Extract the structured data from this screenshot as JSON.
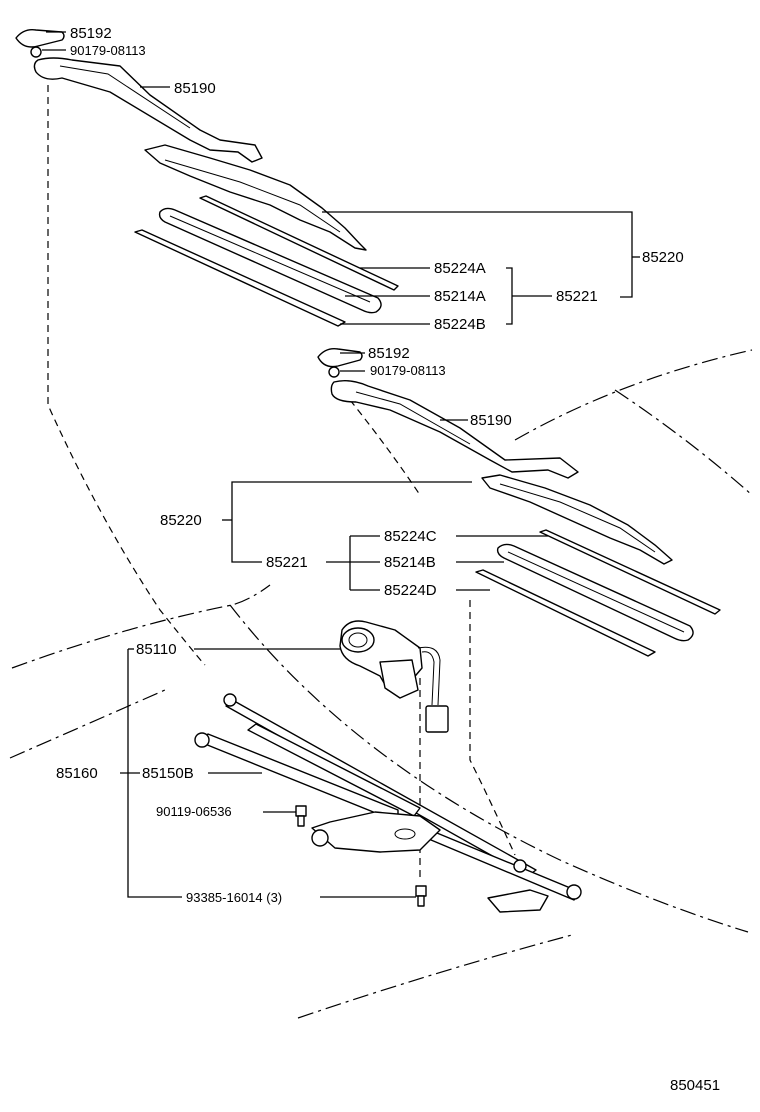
{
  "labels": {
    "cap_top": "85192",
    "nut_top": "90179-08113",
    "arm_top": "85190",
    "blade_assy_top": "85220",
    "insert_a_top": "85224A",
    "rubber_a": "85214A",
    "blade_top": "85221",
    "insert_b": "85224B",
    "cap_mid": "85192",
    "nut_mid": "90179-08113",
    "arm_mid": "85190",
    "blade_assy_mid": "85220",
    "blade_mid": "85221",
    "insert_c": "85224C",
    "rubber_b": "85214B",
    "insert_d": "85224D",
    "motor": "85110",
    "link_assy": "85160",
    "link_rod": "85150B",
    "bolt_small": "90119-06536",
    "bolt_mount": "93385-16014 (3)",
    "figure_number": "850451"
  }
}
